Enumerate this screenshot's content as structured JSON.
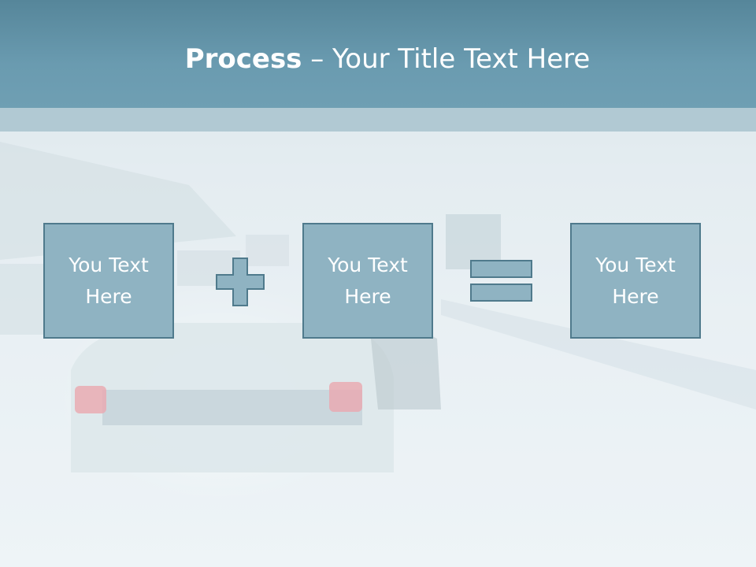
{
  "slide": {
    "title_bold": "Process",
    "title_rest": " – Your Title Text Here"
  },
  "process": {
    "boxes": [
      {
        "label": "You Text Here"
      },
      {
        "label": "You Text Here"
      },
      {
        "label": "You Text Here"
      }
    ],
    "operators": [
      "plus-icon",
      "equals-icon"
    ]
  },
  "colors": {
    "title_bar": "#6a9bb0",
    "box_fill": "#8fb3c2",
    "box_border": "#4f7a8c"
  }
}
